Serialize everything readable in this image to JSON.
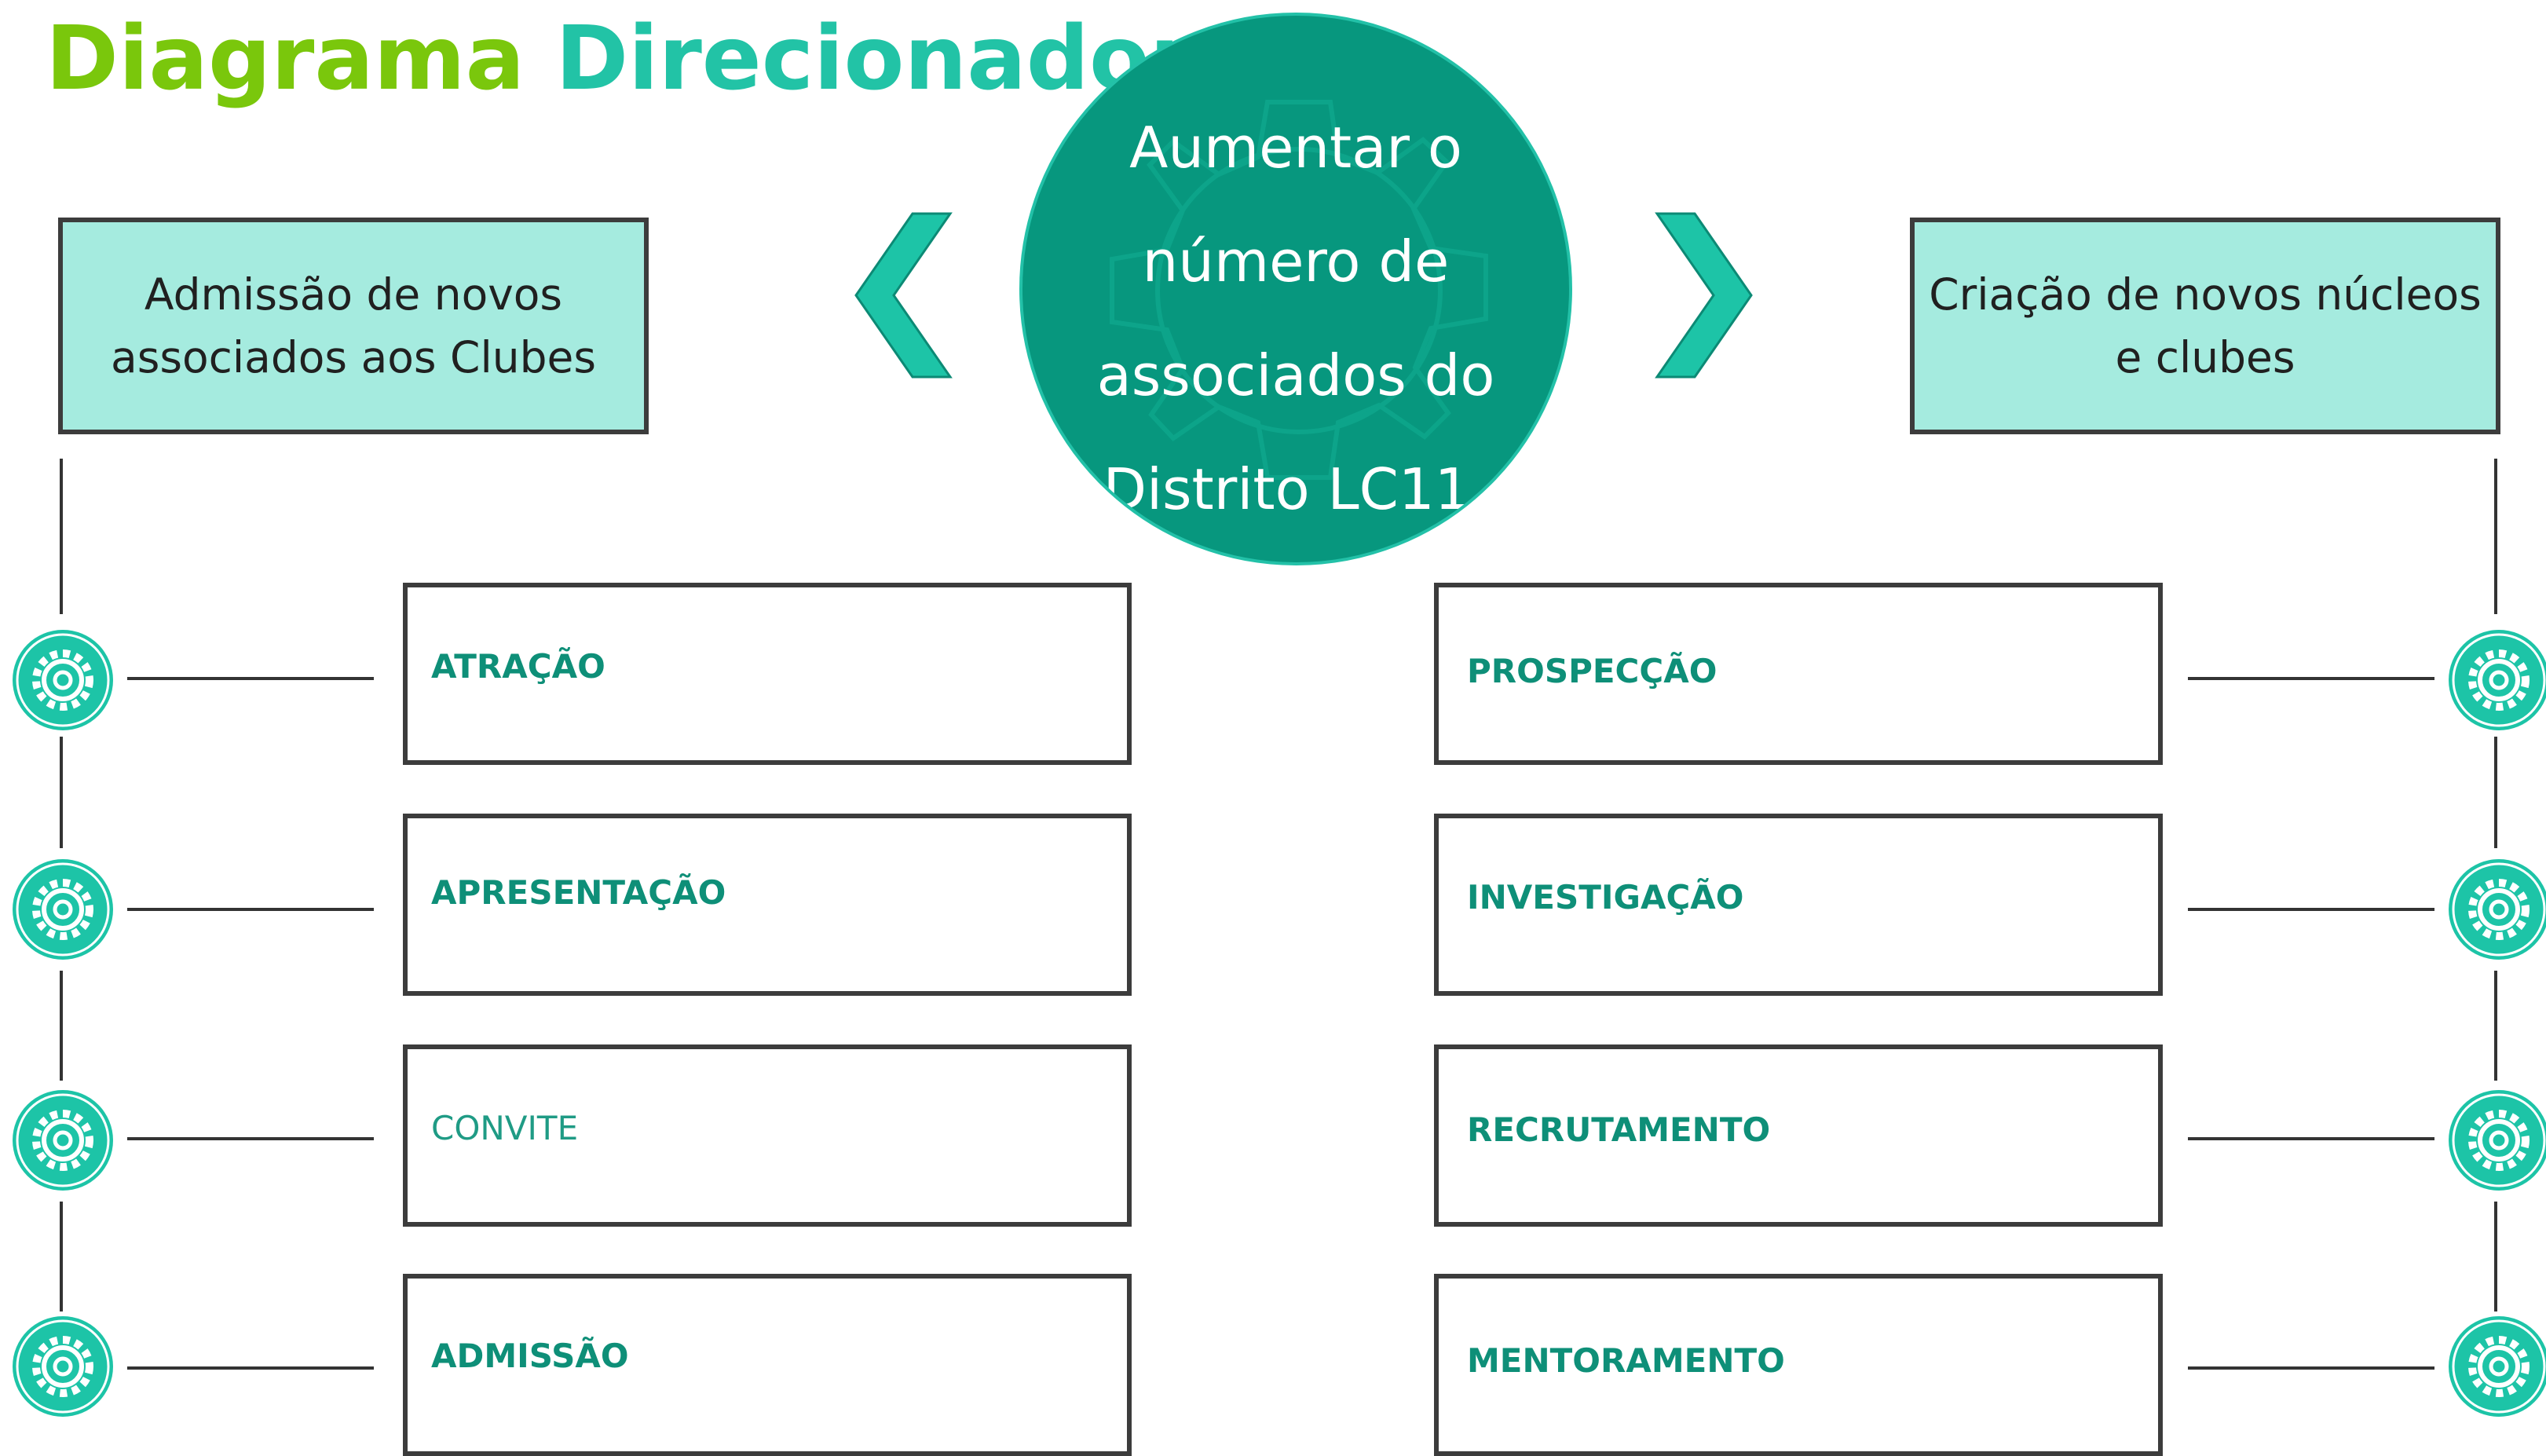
{
  "title": {
    "part1": "Diagrama",
    "part2": "Direcionador"
  },
  "center": {
    "text": "Aumentar o\nnúmero de\nassociados do\nDistrito LC11."
  },
  "left_branch": {
    "header": "Admissão de novos associados aos Clubes",
    "steps": [
      "ATRAÇÃO",
      "APRESENTAÇÃO",
      "CONVITE",
      "ADMISSÃO"
    ]
  },
  "right_branch": {
    "header": "Criação de novos núcleos e clubes",
    "steps": [
      "PROSPECÇÃO",
      "INVESTIGAÇÃO",
      "RECRUTAMENTO",
      "MENTORAMENTO"
    ]
  },
  "colors": {
    "title_green": "#7ac70c",
    "title_teal": "#22c3a6",
    "center_fill": "#07977e",
    "box_fill": "#a5ebdf",
    "step_text": "#0e8f78",
    "gear_icon": "#1dc4a7"
  },
  "icons": [
    "chevron-left-icon",
    "chevron-right-icon",
    "gear-icon"
  ]
}
